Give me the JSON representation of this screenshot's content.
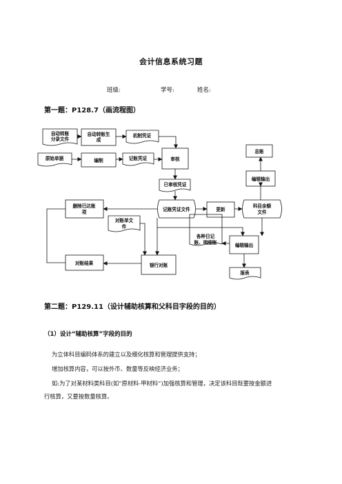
{
  "doc": {
    "title": "会计信息系统习题",
    "info": {
      "class": "班级:",
      "id": "学号:",
      "name": "姓名:"
    },
    "q1": "第一题：P128.7（画流程图）",
    "q2": "第二题：P129.11（设计辅助核算和父科目字段的目的）",
    "sub1": "（1）设计“辅助核算”字段的目的",
    "para1": "为立体科目编码体系的建立以及细化核算和管理提供支持；",
    "para2": "增加核算内容，可以按外币、数量等反映经济业务；",
    "para3a": "如:为了对某材料类科目(如“原材料-甲材料”)加强核算和管理，决定该科目既要按金额进",
    "para3b": "行核算，又要按数量核算。"
  },
  "flow": {
    "auto_entry_file": [
      "自动转账",
      "分录文件"
    ],
    "auto_gen": [
      "自动转账生",
      "成"
    ],
    "machine_voucher": "机制凭证",
    "source_doc": "原始单据",
    "compile": "编制",
    "acct_voucher": "记账凭证",
    "audit": "审核",
    "audited_voucher": "已审核凭证",
    "general_ledger": "总账",
    "edit_output_top": "编辑输出",
    "delete_reconciled": [
      "删除已达账",
      "项"
    ],
    "voucher_file": "记账凭证文件",
    "update": "更新",
    "balance_file": [
      "科目余额",
      "文件"
    ],
    "recon_file": [
      "对账单文",
      "件"
    ],
    "journals": [
      "各种日记",
      "账、明细账"
    ],
    "edit_output_bottom": "编辑输出",
    "recon_result": "对账结果",
    "bank_recon": "银行对账",
    "report": "报表"
  }
}
